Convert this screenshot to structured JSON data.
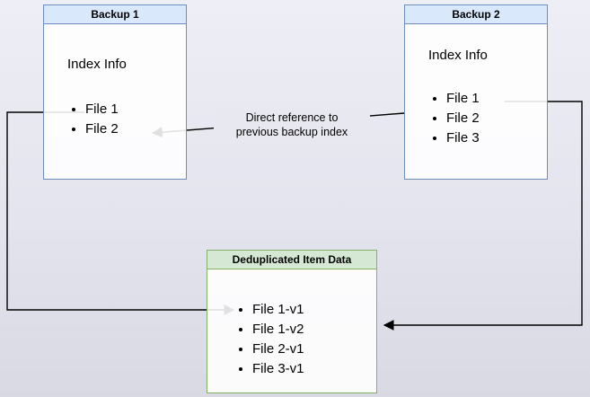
{
  "diagram": {
    "type": "backup-deduplication-diagram",
    "colors": {
      "backup_header_fill": "#dae8fc",
      "backup_border": "#6c8ebf",
      "dedup_header_fill": "#d5e8d4",
      "dedup_border": "#82b366",
      "arrow": "#000000",
      "background": "#e6e6ef"
    },
    "boxes": {
      "backup1": {
        "title": "Backup 1",
        "subtitle": "Index Info",
        "files": [
          "File 1",
          "File 2"
        ]
      },
      "backup2": {
        "title": "Backup 2",
        "subtitle": "Index Info",
        "files": [
          "File 1",
          "File 2",
          "File 3"
        ]
      },
      "dedup": {
        "title": "Deduplicated Item Data",
        "items": [
          "File 1-v1",
          "File 1-v2",
          "File 2-v1",
          "File 3-v1"
        ]
      }
    },
    "labels": {
      "direct_reference": "Direct reference to\nprevious backup index"
    },
    "arrows": [
      {
        "name": "backup2-to-backup1-index",
        "from": "Backup 2 index",
        "to": "Backup 1 File 2"
      },
      {
        "name": "backup1-file1-to-dedup",
        "from": "Backup 1 File 1",
        "to": "Dedup File 1-v1"
      },
      {
        "name": "backup2-file1-to-dedup",
        "from": "Backup 2 File 1",
        "to": "Dedup File 1-v2"
      }
    ]
  }
}
